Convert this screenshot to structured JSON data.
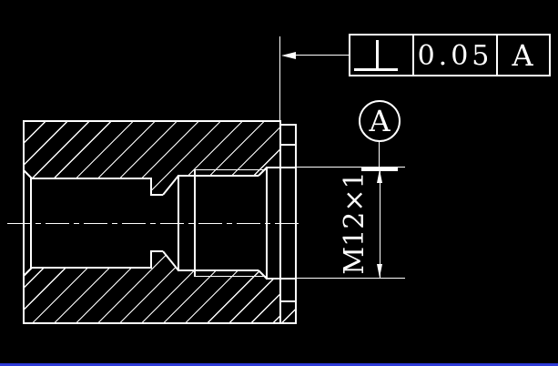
{
  "drawing": {
    "type": "cad-section-view",
    "feature_control_frame": {
      "characteristic": "perpendicularity",
      "tolerance": "0.05",
      "datum": "A"
    },
    "datum_circle": {
      "label": "A"
    },
    "thread_dimension": {
      "label": "M12×1"
    },
    "colors": {
      "background": "#000000",
      "line": "#ffffff",
      "bottom_bar": "#2e3bd8"
    }
  }
}
